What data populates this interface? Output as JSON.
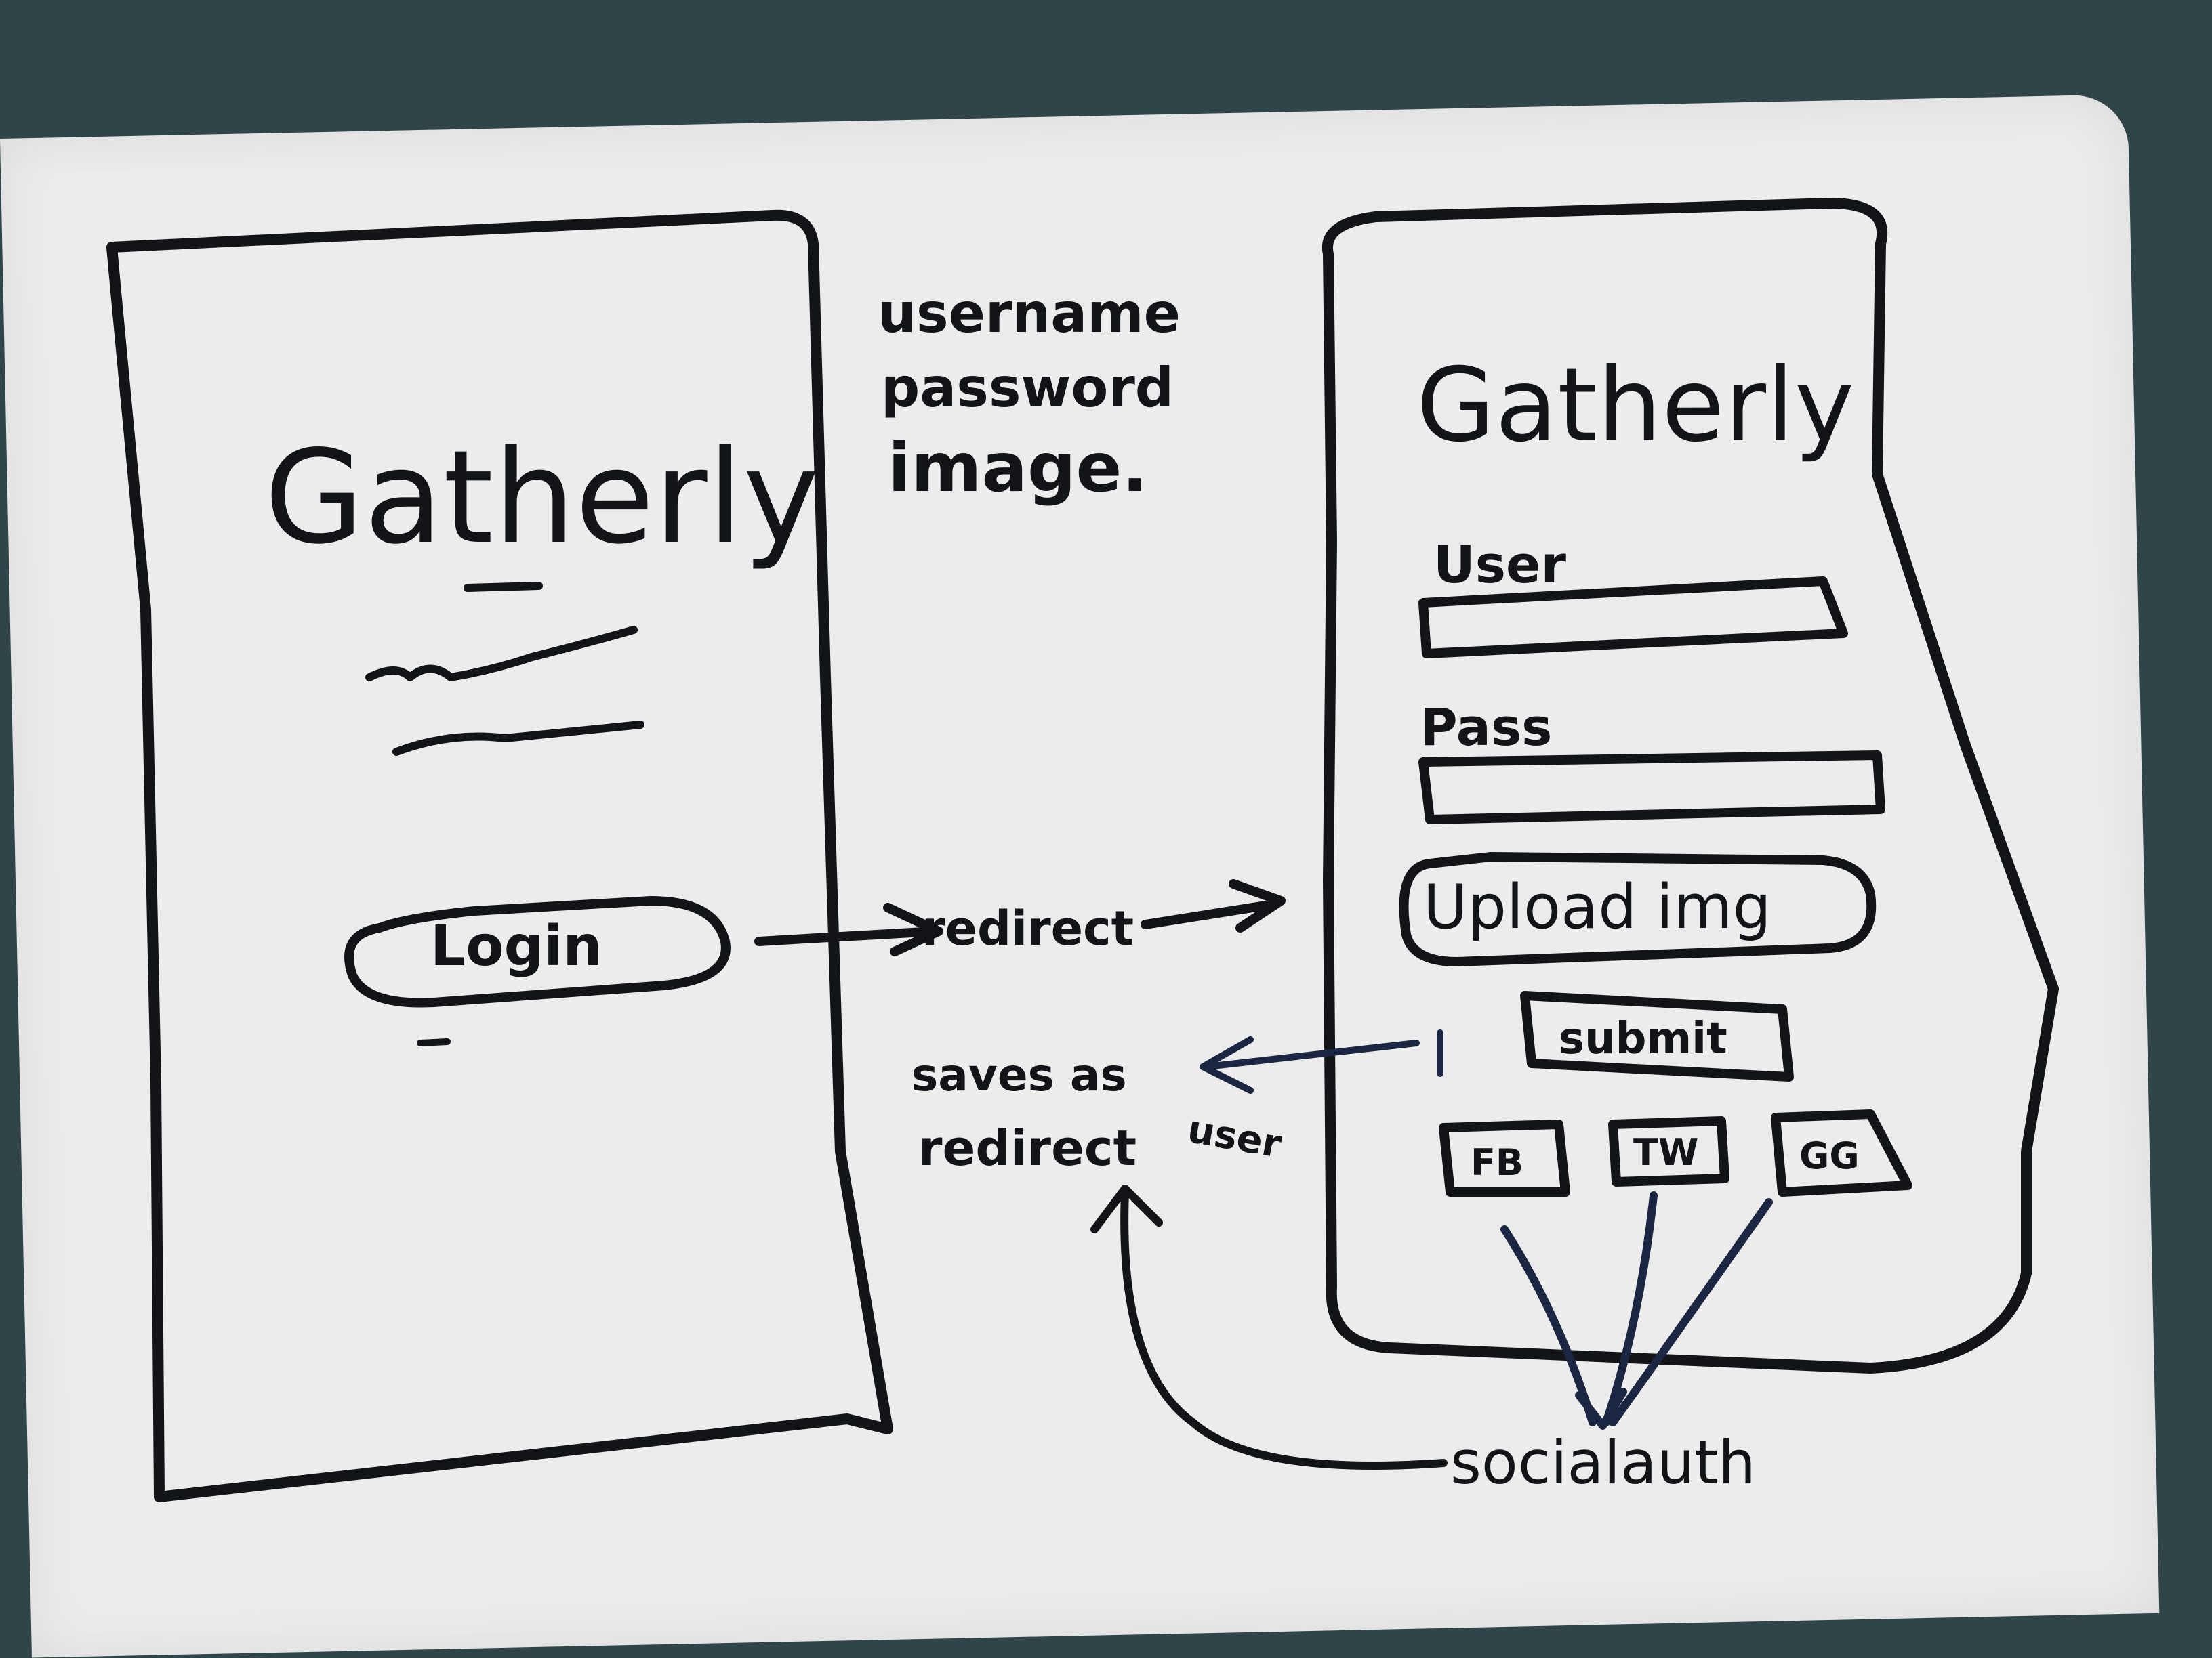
{
  "left_screen": {
    "title": "Gatherly",
    "login_button": "Login"
  },
  "notes": {
    "fields_line1": "username",
    "fields_line2": "password",
    "fields_line3": "image."
  },
  "flow": {
    "redirect_label": "redirect",
    "saves_line1": "saves as",
    "saves_user": "user",
    "saves_line2": "redirect",
    "social_auth_label": "socialauth"
  },
  "right_screen": {
    "title": "Gatherly",
    "user_label": "User",
    "pass_label": "Pass",
    "upload_button": "Upload img",
    "submit_button": "submit",
    "social_buttons": [
      "FB",
      "TW",
      "GG"
    ]
  },
  "colors": {
    "board": "#ececec",
    "background": "#2f4548",
    "marker_black": "#121417",
    "marker_blue": "#1b2742"
  }
}
